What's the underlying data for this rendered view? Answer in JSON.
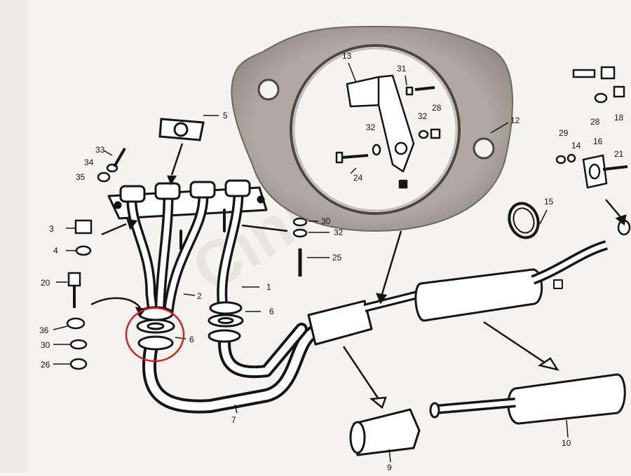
{
  "watermark": {
    "text": "Cinitii.com"
  },
  "colors": {
    "paper": "#f4f3ef",
    "ink": "#151515",
    "gasket": "#a39b95",
    "highlight": "#d42020"
  },
  "part_numbers": {
    "p1": "1",
    "p2": "2",
    "p3": "3",
    "p4": "4",
    "p5": "5",
    "p6a": "6",
    "p6b": "6",
    "p7": "7",
    "p9": "9",
    "p10": "10",
    "p12": "12",
    "p13": "13",
    "p14": "14",
    "p15": "15",
    "p16": "16",
    "p18": "18",
    "p20": "20",
    "p21": "21",
    "p24": "24",
    "p25": "25",
    "p26": "26",
    "p28a": "28",
    "p28b": "28",
    "p29": "29",
    "p30a": "30",
    "p30b": "30",
    "p31": "31",
    "p32a": "32",
    "p32b": "32",
    "p32c": "32",
    "p33": "33",
    "p34": "34",
    "p35": "35",
    "p36": "36"
  }
}
